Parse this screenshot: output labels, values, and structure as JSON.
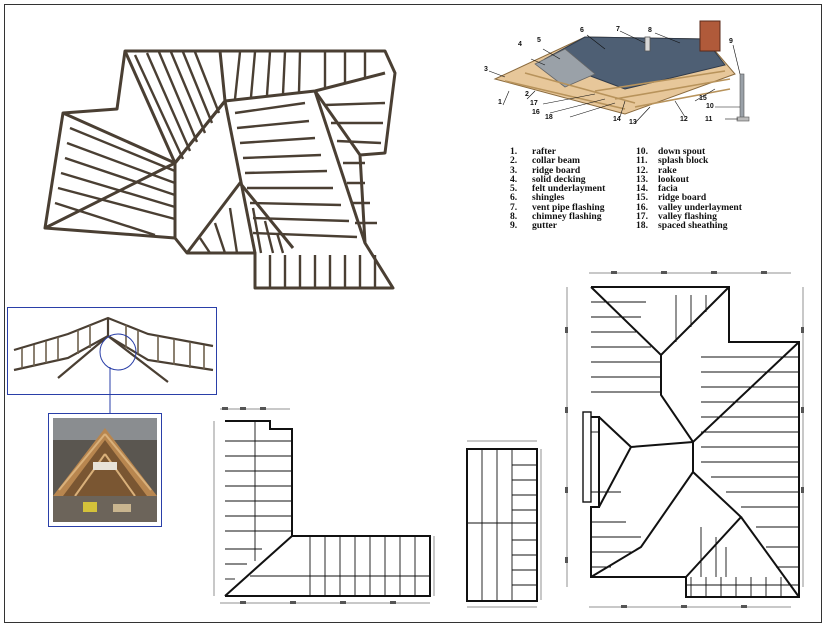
{
  "legend": {
    "left": [
      {
        "num": "1.",
        "label": "rafter"
      },
      {
        "num": "2.",
        "label": "collar beam"
      },
      {
        "num": "3.",
        "label": "ridge board"
      },
      {
        "num": "4.",
        "label": "solid decking"
      },
      {
        "num": "5.",
        "label": "felt underlayment"
      },
      {
        "num": "6.",
        "label": "shingles"
      },
      {
        "num": "7.",
        "label": "vent pipe flashing"
      },
      {
        "num": "8.",
        "label": "chimney flashing"
      },
      {
        "num": "9.",
        "label": "gutter"
      }
    ],
    "right": [
      {
        "num": "10.",
        "label": "down spout"
      },
      {
        "num": "11.",
        "label": "splash block"
      },
      {
        "num": "12.",
        "label": "rake"
      },
      {
        "num": "13.",
        "label": "lookout"
      },
      {
        "num": "14.",
        "label": "facia"
      },
      {
        "num": "15.",
        "label": "ridge board"
      },
      {
        "num": "16.",
        "label": "valley underlayment"
      },
      {
        "num": "17.",
        "label": "valley flashing"
      },
      {
        "num": "18.",
        "label": "spaced sheathing"
      }
    ]
  },
  "callouts": [
    "1",
    "2",
    "3",
    "4",
    "5",
    "6",
    "7",
    "8",
    "9",
    "10",
    "11",
    "12",
    "13",
    "14",
    "15",
    "16",
    "17",
    "18"
  ],
  "colors": {
    "frame": "#4a3f33",
    "frame_light": "#8c7d68",
    "shingle": "#4e5f74",
    "wood": "#e7c79a",
    "inset_border": "#2a3fa8"
  }
}
